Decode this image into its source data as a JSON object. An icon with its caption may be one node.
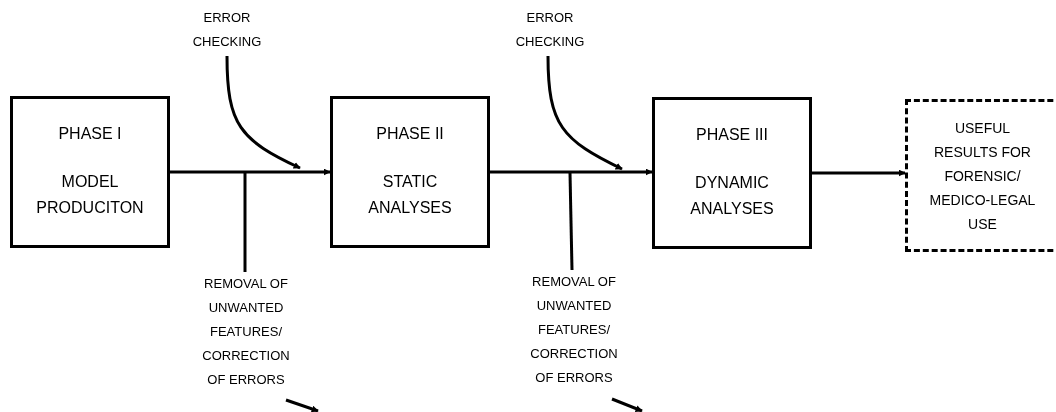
{
  "diagram": {
    "nodes": [
      {
        "text": [
          "PHASE I",
          "MODEL PRODUCITON"
        ]
      },
      {
        "text": [
          "PHASE II",
          "STATIC ANALYSES"
        ]
      },
      {
        "text": [
          "PHASE III",
          "DYNAMIC ANALYSES"
        ]
      },
      {
        "text": [
          "USEFUL RESULTS FOR FORENSIC/ MEDICO-LEGAL USE"
        ]
      },
      {
        "text": [
          "ERROR CHECKING"
        ]
      },
      {
        "text": [
          "REMOVAL OF UNWANTED FEATURES/ CORRECTION OF ERRORS"
        ]
      },
      {
        "text": [
          "ERROR CHECKING"
        ]
      },
      {
        "text": [
          "REMOVAL OF UNWANTED FEATURES/ CORRECTION OF ERRORS"
        ]
      }
    ],
    "edges": [
      {
        "from": 0,
        "to": 1,
        "arrow": "to"
      },
      {
        "from": 1,
        "to": 2,
        "arrow": "to"
      },
      {
        "from": 2,
        "to": 3,
        "arrow": "to"
      },
      {
        "from": 4,
        "to": 1,
        "arrow": "to"
      },
      {
        "from": 5,
        "to": null,
        "arrow": "none"
      },
      {
        "from": 6,
        "to": 2,
        "arrow": "to"
      },
      {
        "from": 7,
        "to": null,
        "arrow": "none"
      },
      {
        "from": 5,
        "to": null,
        "arrow": "to"
      },
      {
        "from": 7,
        "to": null,
        "arrow": "to"
      }
    ]
  }
}
